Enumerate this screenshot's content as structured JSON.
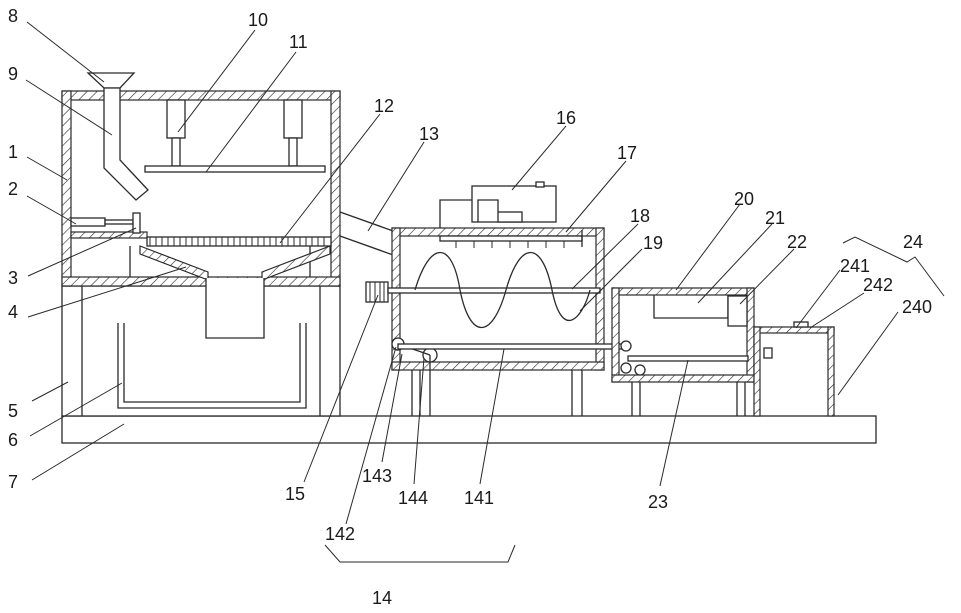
{
  "labels": {
    "l1": "1",
    "l2": "2",
    "l3": "3",
    "l4": "4",
    "l5": "5",
    "l6": "6",
    "l7": "7",
    "l8": "8",
    "l9": "9",
    "l10": "10",
    "l11": "11",
    "l12": "12",
    "l13": "13",
    "l14": "14",
    "l15": "15",
    "l16": "16",
    "l17": "17",
    "l18": "18",
    "l19": "19",
    "l20": "20",
    "l21": "21",
    "l22": "22",
    "l23": "23",
    "l24": "24",
    "l141": "141",
    "l142": "142",
    "l143": "143",
    "l144": "144",
    "l240": "240",
    "l241": "241",
    "l242": "242"
  }
}
